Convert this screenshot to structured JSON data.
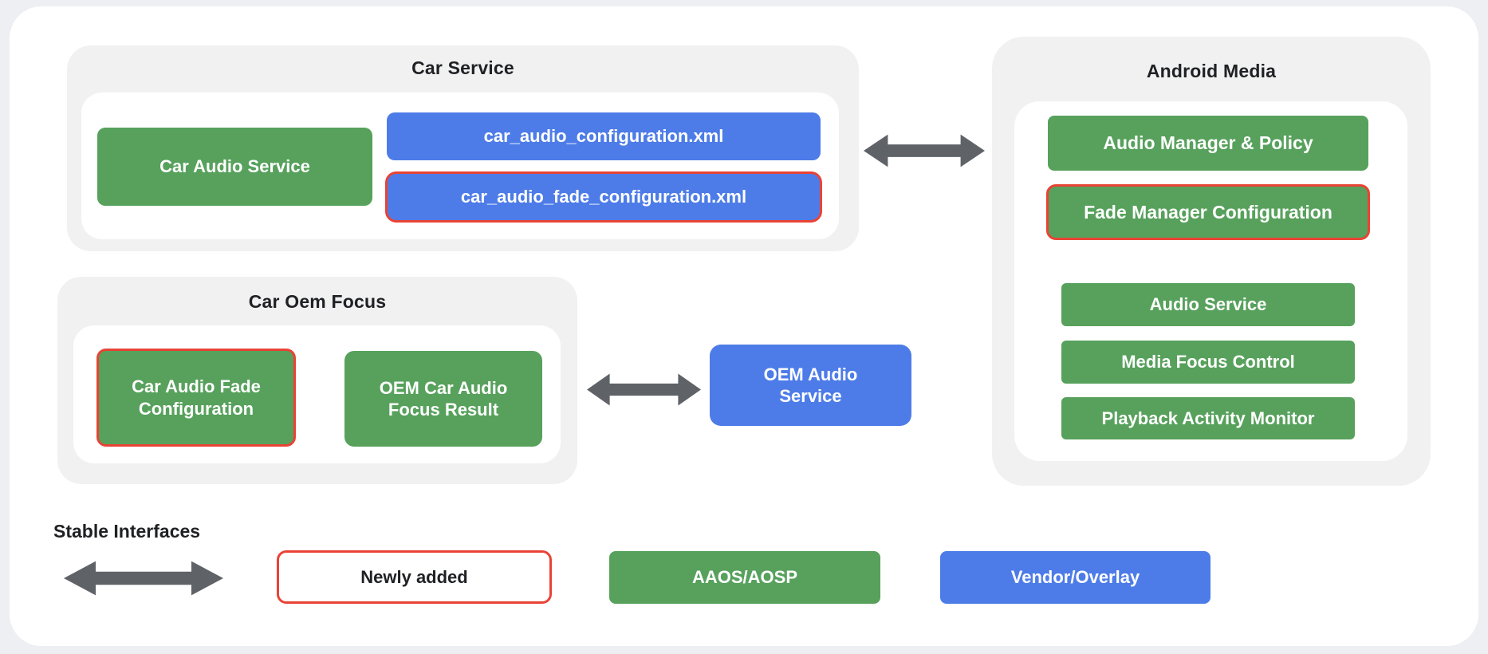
{
  "colors": {
    "aaos_green": "#57a15c",
    "vendor_blue": "#4d7ce8",
    "newly_added_red": "#e94335",
    "arrow_gray": "#5f6368",
    "panel_gray": "#f1f1f2",
    "card_white": "#ffffff",
    "text_dark": "#202124"
  },
  "car_service": {
    "title": "Car Service",
    "car_audio_service": "Car Audio Service",
    "config_xml": "car_audio_configuration.xml",
    "fade_config_xml": "car_audio_fade_configuration.xml"
  },
  "android_media": {
    "title": "Android Media",
    "items": [
      "Audio Manager & Policy",
      "Fade Manager Configuration",
      "Audio Service",
      "Media Focus Control",
      "Playback Activity Monitor"
    ]
  },
  "car_oem_focus": {
    "title": "Car Oem Focus",
    "fade_configuration": "Car Audio Fade Configuration",
    "focus_result": "OEM Car Audio Focus Result"
  },
  "oem_audio_service": "OEM Audio Service",
  "legend": {
    "stable_interfaces": "Stable Interfaces",
    "newly_added": "Newly added",
    "aaos_aosp": "AAOS/AOSP",
    "vendor_overlay": "Vendor/Overlay"
  }
}
